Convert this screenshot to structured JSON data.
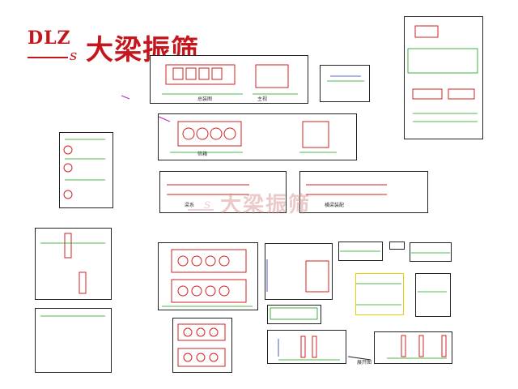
{
  "brand": {
    "mark_letters": "DLZ",
    "mark_sub": "s",
    "name": "大梁振筛",
    "color": "#c4161c"
  },
  "watermark": {
    "mark_sub": "s",
    "name": "大梁振筛"
  },
  "captions": {
    "general_view": "总装图",
    "side_view": "主视",
    "frame": "筛箱",
    "beam_a": "梁系",
    "beam_b": "横梁装配",
    "unfold": "展开图"
  },
  "colors": {
    "drawing_red": "#d22020",
    "drawing_green": "#10a010",
    "drawing_blue": "#2030c0",
    "drawing_magenta": "#c020c0",
    "highlight_yellow": "#e8d200",
    "frame_border": "#222222"
  }
}
